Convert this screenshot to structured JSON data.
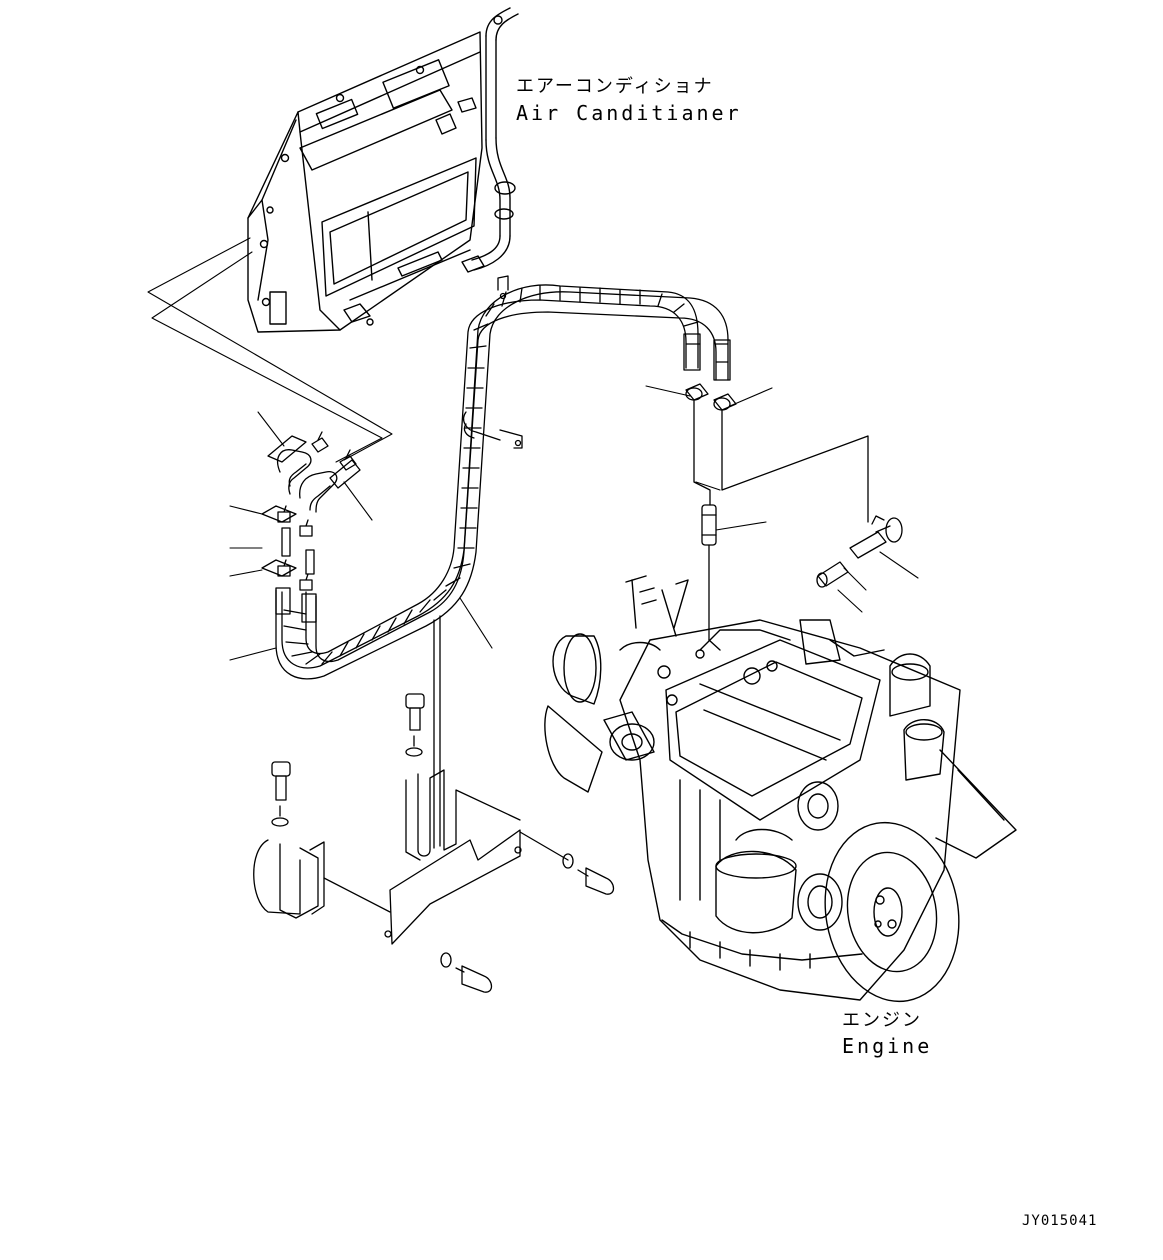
{
  "labels": {
    "air_conditioner_jp": "エアーコンディショナ",
    "air_conditioner_en": "Air Canditianer",
    "engine_jp": "エンジン",
    "engine_en": "Engine",
    "drawing_number": "JY015041"
  },
  "colors": {
    "line": "#000000",
    "background": "#ffffff"
  }
}
